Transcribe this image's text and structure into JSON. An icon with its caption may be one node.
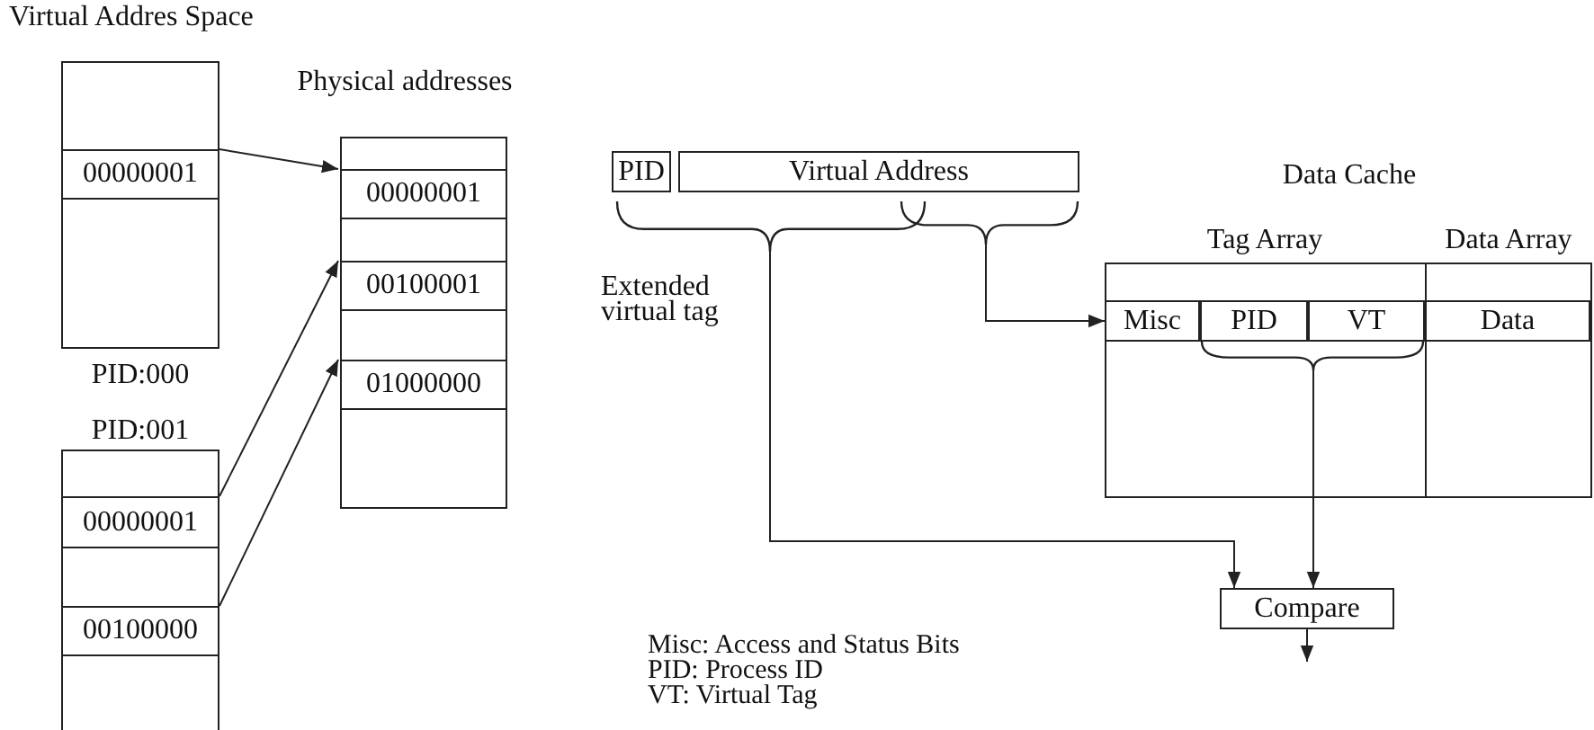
{
  "diagram": {
    "nodes": [
      {
        "text": [
          "PID:000"
        ]
      },
      {
        "text": [
          "00000001"
        ],
        "in": 0
      },
      {
        "text": [
          "Physical addresses"
        ]
      },
      {
        "text": [
          "00000001"
        ],
        "in": 2
      },
      {
        "text": [
          "00100001"
        ],
        "in": 2
      },
      {
        "text": [
          "01000000"
        ],
        "in": 2
      },
      {
        "text": [
          "PID:001"
        ]
      },
      {
        "text": [
          "00000001"
        ],
        "in": 6
      },
      {
        "text": [
          "00100000"
        ],
        "in": 6
      },
      {
        "text": [
          "PID"
        ]
      },
      {
        "text": [
          "Virtual Address"
        ]
      },
      {
        "text": [],
        "shape": "brace",
        "beside": [
          "Extended virtual tag"
        ]
      },
      {
        "text": [],
        "shape": "brace"
      },
      {
        "text": [
          "Data Cache"
        ]
      },
      {
        "text": [
          "Tag Array"
        ],
        "in": 13
      },
      {
        "text": [
          "Data Array"
        ],
        "in": 13
      },
      {
        "text": [
          "Misc"
        ],
        "in": 14
      },
      {
        "text": [
          "PID"
        ],
        "in": 14
      },
      {
        "text": [
          "VT"
        ],
        "in": 14
      },
      {
        "text": [
          "Data"
        ],
        "in": 15
      },
      {
        "text": [],
        "shape": "brace",
        "in": 14
      },
      {
        "text": [
          "Compare"
        ]
      }
    ],
    "edges": [
      {
        "from": 1,
        "to": 3,
        "arrow": "to"
      },
      {
        "from": 7,
        "to": 4,
        "arrow": "to"
      },
      {
        "from": 8,
        "to": 5,
        "arrow": "to"
      },
      {
        "from": 11,
        "to": 21,
        "arrow": "to"
      },
      {
        "from": 12,
        "to": 16,
        "arrow": "to"
      },
      {
        "from": 20,
        "to": 21,
        "arrow": "to"
      },
      {
        "from": 21,
        "to": null,
        "arrow": "to"
      }
    ],
    "labels": [
      "Virtual Addres Space",
      "Misc: Access and Status Bits",
      "PID: Process ID",
      "VT: Virtual Tag"
    ]
  }
}
